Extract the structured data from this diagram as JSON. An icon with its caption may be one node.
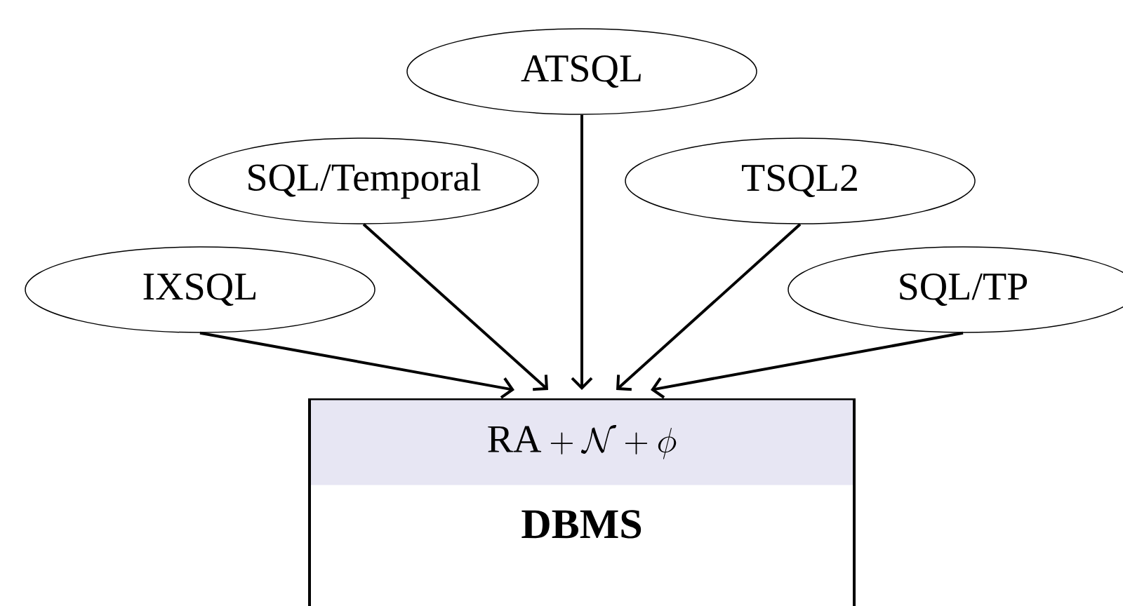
{
  "diagram": {
    "nodes": [
      {
        "text": [
          "ATSQL"
        ]
      },
      {
        "text": [
          "SQL/Temporal"
        ]
      },
      {
        "text": [
          "TSQL2"
        ]
      },
      {
        "text": [
          "IXSQL"
        ]
      },
      {
        "text": [
          "SQL/TP"
        ]
      },
      {
        "text": [
          "DBMS"
        ]
      },
      {
        "text": [
          "\\mathrm{RA}+\\mathcal{N}+\\phi"
        ],
        "in": 5
      }
    ],
    "edges": [
      {
        "from": 3,
        "to": 6,
        "arrow": "to"
      },
      {
        "from": 1,
        "to": 6,
        "arrow": "to"
      },
      {
        "from": 0,
        "to": 6,
        "arrow": "to"
      },
      {
        "from": 2,
        "to": 6,
        "arrow": "to"
      },
      {
        "from": 4,
        "to": 6,
        "arrow": "to"
      }
    ]
  }
}
